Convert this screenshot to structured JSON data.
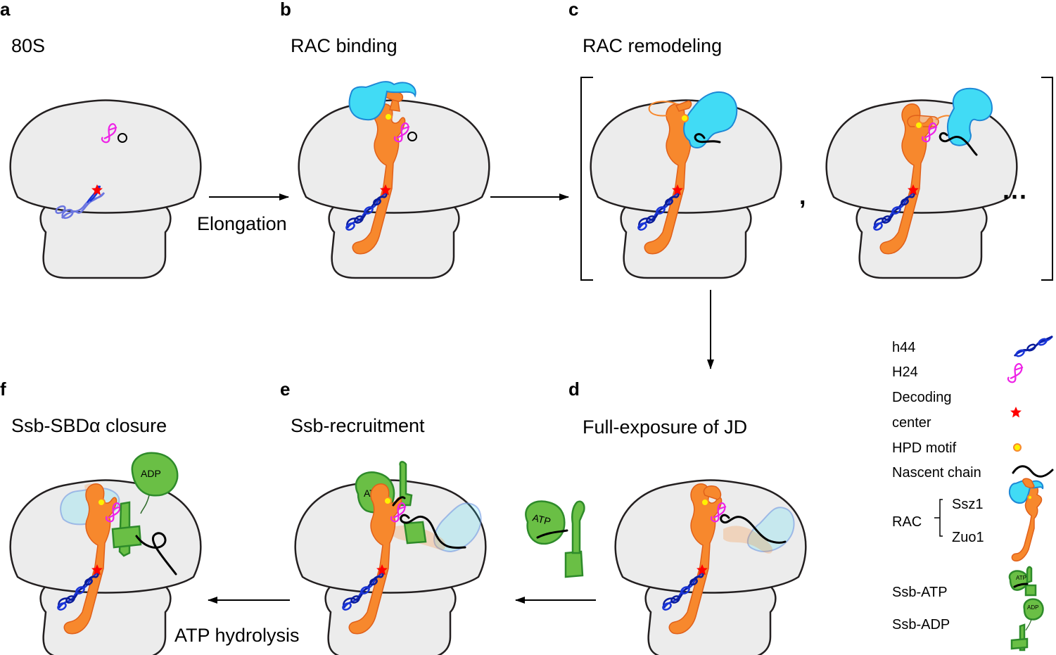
{
  "panels": {
    "a": {
      "letter": "a",
      "title": "80S"
    },
    "b": {
      "letter": "b",
      "title": "RAC binding"
    },
    "c": {
      "letter": "c",
      "title": "RAC remodeling"
    },
    "d": {
      "letter": "d",
      "title": "Full-exposure of JD"
    },
    "e": {
      "letter": "e",
      "title": "Ssb-recruitment"
    },
    "f": {
      "letter": "f",
      "title": "Ssb-SBDα closure"
    }
  },
  "steps": {
    "elongation": "Elongation",
    "atp_hydrolysis": "ATP hydrolysis"
  },
  "separators": {
    "comma": ",",
    "ellipsis": "···"
  },
  "labels": {
    "atp": "ATP",
    "adp": "ADP"
  },
  "legend": {
    "h44": "h44",
    "h24": "H24",
    "decoding_line1": "Decoding",
    "decoding_line2": "center",
    "hpd": "HPD motif",
    "nascent": "Nascent chain",
    "rac": "RAC",
    "ssz1": "Ssz1",
    "zuo1": "Zuo1",
    "ssb_atp": "Ssb-ATP",
    "ssb_adp": "Ssb-ADP"
  },
  "colors": {
    "ribosome_fill": "#ececec",
    "ssz1": "#41dbf5",
    "zuo1": "#f7882d",
    "ssb": "#6abf45",
    "h44": "#1a35d8",
    "h24": "#ee22e6",
    "decoding_center": "#ff0000",
    "hpd_motif": "#fff200"
  },
  "icons": [
    "h44-helix-icon",
    "h24-loop-icon",
    "decoding-star-icon",
    "hpd-dot-icon",
    "nascent-chain-icon",
    "rac-complex-icon",
    "ssb-atp-icon",
    "ssb-adp-icon"
  ]
}
